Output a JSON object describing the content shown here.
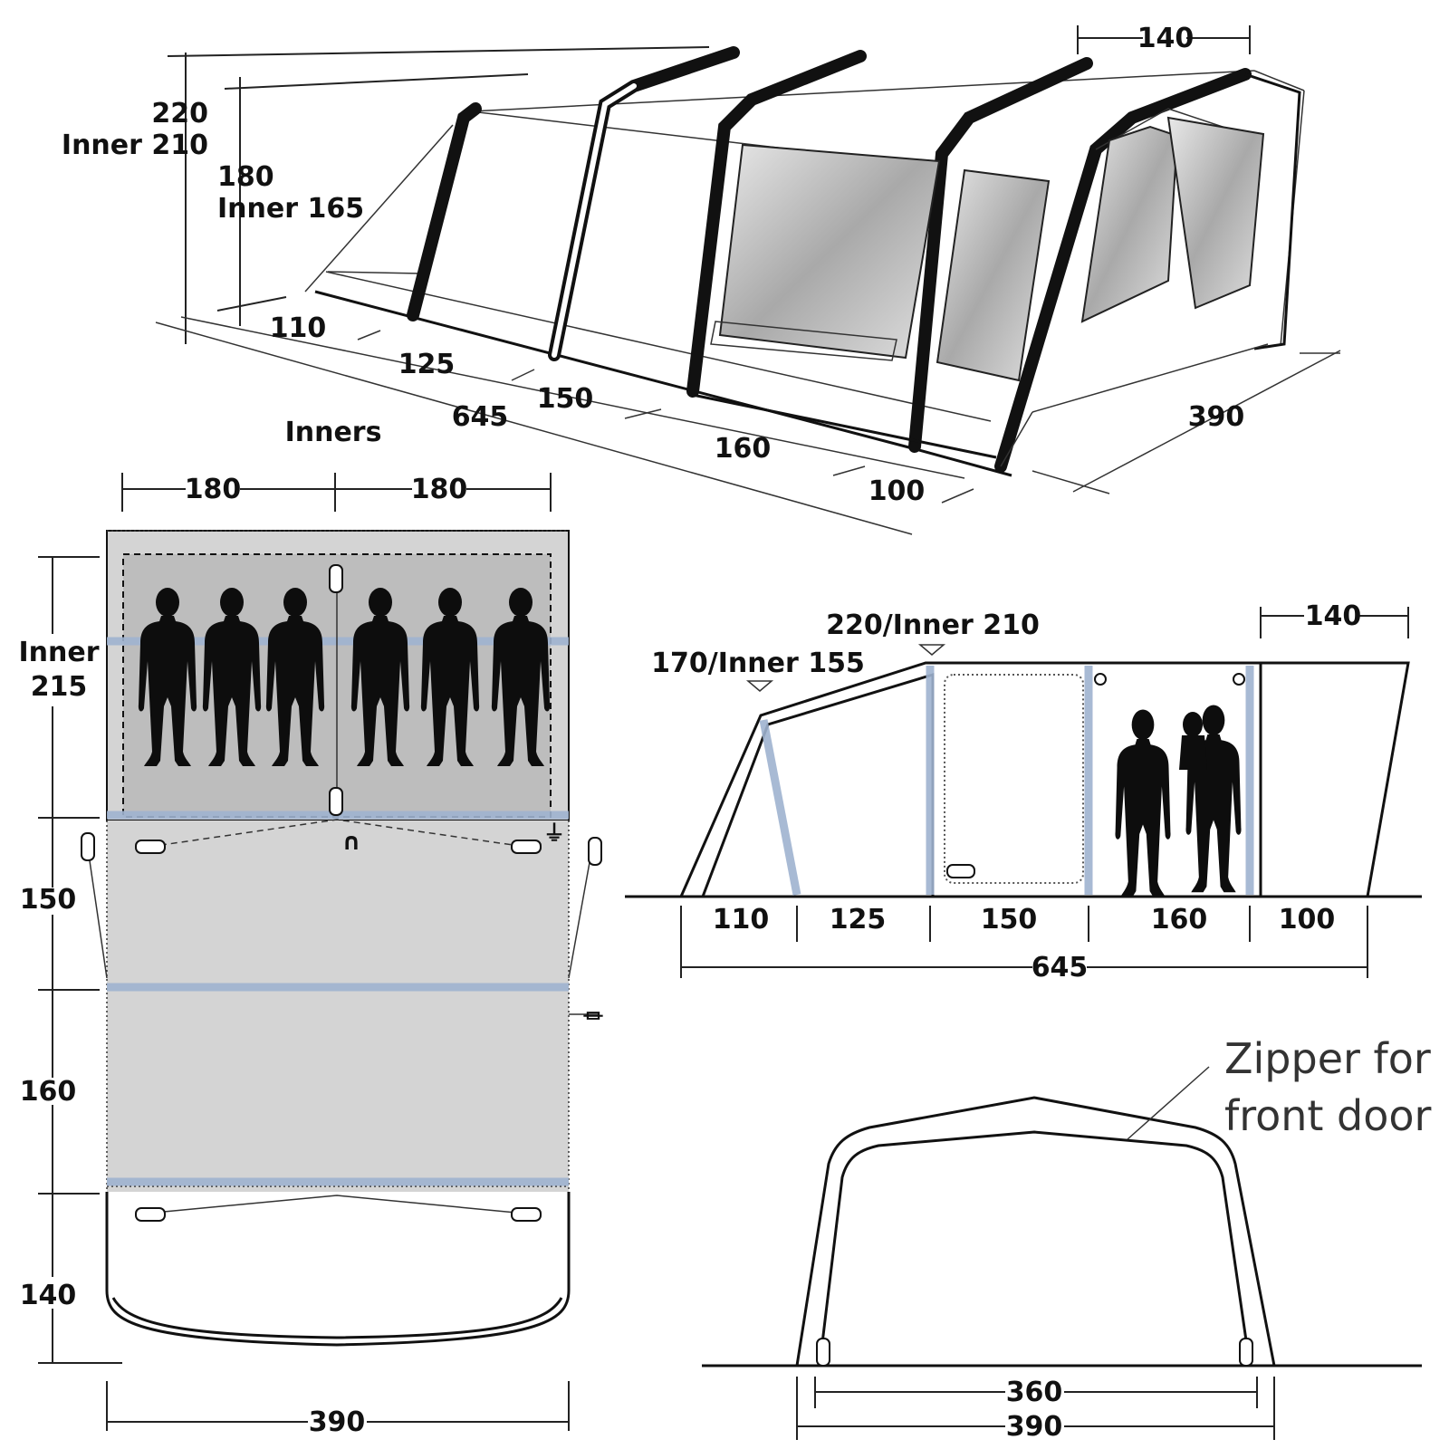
{
  "perspective": {
    "height_outer": "220",
    "height_outer_inner": "Inner 210",
    "height_front": "180",
    "height_front_inner": "Inner 165",
    "top_width": "140",
    "depth": "390",
    "length": "645",
    "segments": [
      "110",
      "125",
      "150",
      "160",
      "100"
    ]
  },
  "floorplan": {
    "inners_label": "Inners",
    "inner_widths": [
      "180",
      "180"
    ],
    "inner_depth_line1": "Inner",
    "inner_depth_line2": "215",
    "rows": [
      "150",
      "160",
      "140"
    ],
    "width": "390"
  },
  "side": {
    "height_rear": "220/Inner 210",
    "height_front": "170/Inner 155",
    "top_width": "140",
    "segments": [
      "110",
      "125",
      "150",
      "160",
      "100"
    ],
    "length": "645"
  },
  "front": {
    "annotation_line1": "Zipper for",
    "annotation_line2": "front door",
    "inner_width": "360",
    "outer_width": "390"
  }
}
